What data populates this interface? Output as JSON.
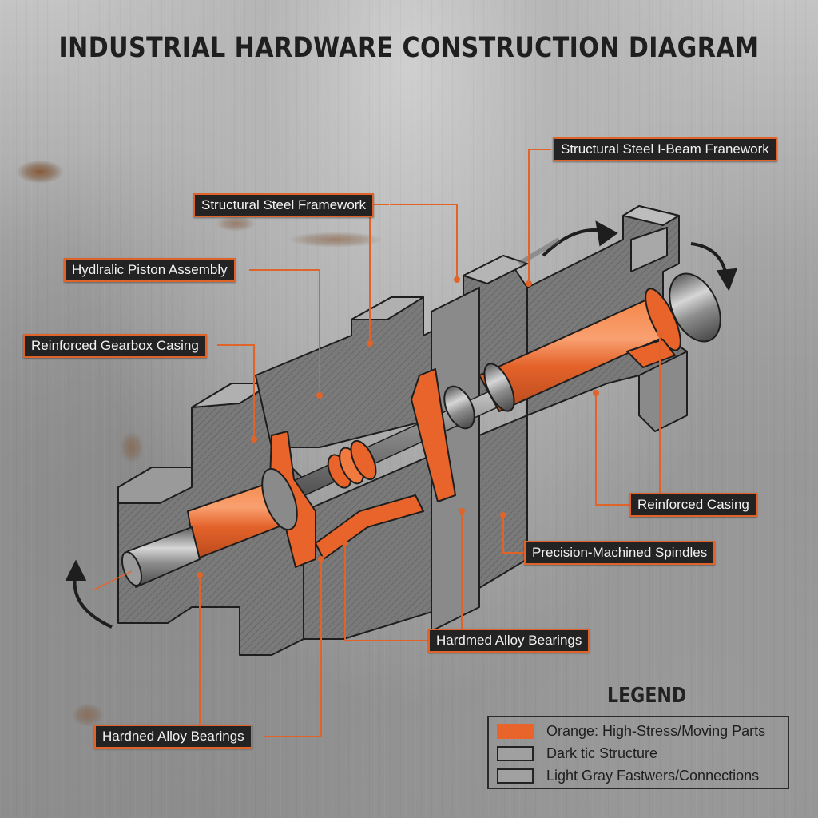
{
  "title": "INDUSTRIAL HARDWARE CONSTRUCTION DIAGRAM",
  "colors": {
    "accent_orange": "#e8642a",
    "label_bg": "#232323",
    "label_text": "#f2f2f2",
    "structure_dark": "#6f6f6f",
    "structure_light": "#a3a3a3",
    "outline": "#1e1e1e"
  },
  "labels": [
    {
      "id": "i-beam-framework",
      "text": "Structural Steel I-Beam Franework"
    },
    {
      "id": "steel-framework",
      "text": "Structural Steel Framework"
    },
    {
      "id": "hydraulic-piston",
      "text": "Hydlralic Piston Assembly"
    },
    {
      "id": "gearbox-casing",
      "text": "Reinforced Gearbox Casing"
    },
    {
      "id": "reinforced-casing",
      "text": "Reinforced Casing"
    },
    {
      "id": "precision-spindles",
      "text": "Precision-Machined Spindles"
    },
    {
      "id": "hardmed-bearings",
      "text": "Hardmed Alloy Bearings"
    },
    {
      "id": "hardned-bearings",
      "text": "Hardned Alloy Bearings"
    }
  ],
  "legend": {
    "title": "LEGEND",
    "items": [
      {
        "swatch": "orange",
        "color": "#e8642a",
        "text": "Orange: High-Stress/Moving Parts"
      },
      {
        "swatch": "gray",
        "color": "#a0a0a0",
        "text": "Dark tic Structure"
      },
      {
        "swatch": "gray",
        "color": "#a0a0a0",
        "text": "Light Gray Fastwers/Connections"
      }
    ]
  },
  "icons": [
    "rotation-arrow-top",
    "rotation-arrow-right",
    "rotation-arrow-left"
  ]
}
